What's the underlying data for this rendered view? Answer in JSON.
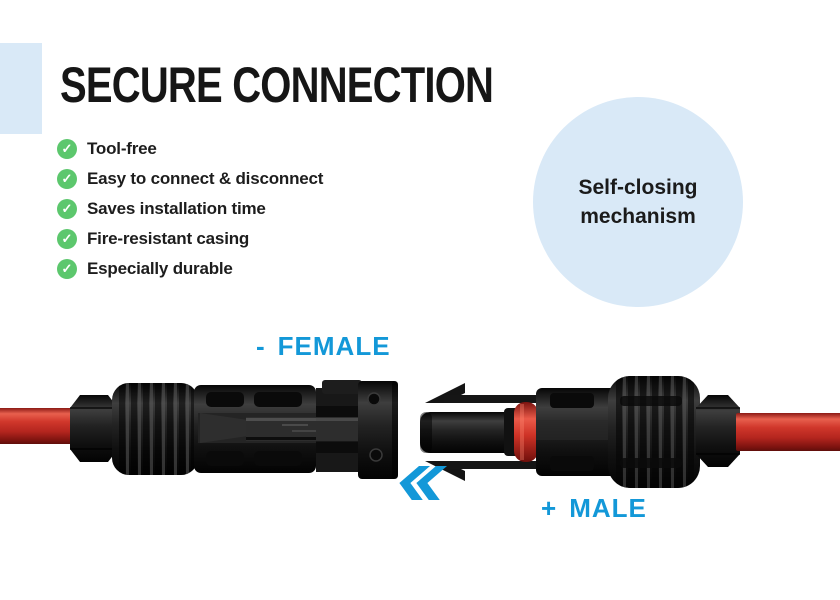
{
  "colors": {
    "background": "#ffffff",
    "accent_blue": "#1398d8",
    "light_blue": "#d9e9f7",
    "check_green": "#5cc76d",
    "text_black": "#161616",
    "cable_red": "#c93128",
    "connector_black": "#161616",
    "oring_red": "#cf3327"
  },
  "header": {
    "title": "SECURE CONNECTION"
  },
  "features": {
    "check_icon": "✓",
    "items": [
      "Tool-free",
      "Easy to connect & disconnect",
      "Saves installation time",
      "Fire-resistant casing",
      "Especially durable"
    ]
  },
  "callout": {
    "text": "Self-closing mechanism"
  },
  "connector_labels": {
    "female": {
      "sign": "-",
      "name": "FEMALE"
    },
    "male": {
      "sign": "+",
      "name": "MALE"
    }
  },
  "icons": {
    "between_connectors": "double-chevron-left"
  }
}
